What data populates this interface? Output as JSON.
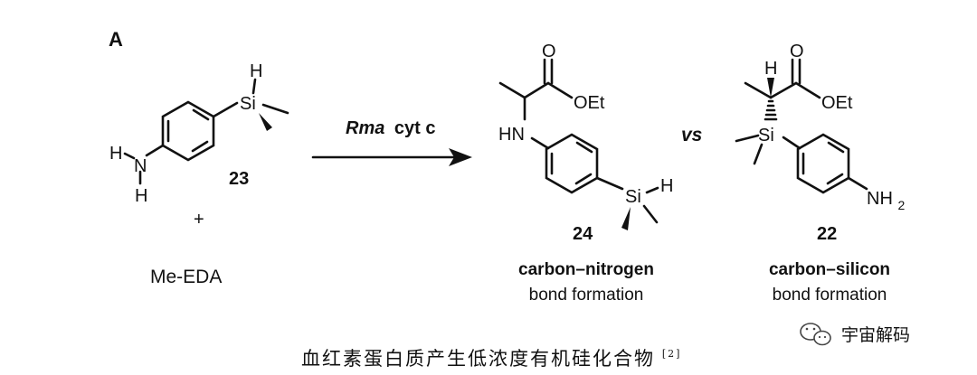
{
  "panel_label": "A",
  "reactant": {
    "amine_h_top": "H",
    "amine_n": "N",
    "amine_h_bottom": "H",
    "si": "Si",
    "si_h": "H",
    "compound_number": "23",
    "plus": "+",
    "carbene_reagent": "Me-EDA"
  },
  "reaction": {
    "catalyst_italic": "Rma",
    "catalyst_rest": "cyt c",
    "vs": "vs"
  },
  "product_cn": {
    "carbonyl_o": "O",
    "ester": "OEt",
    "nh": "HN",
    "si": "Si",
    "si_h": "H",
    "compound_number": "24",
    "label_bold": "carbon–nitrogen",
    "label_sub": "bond formation"
  },
  "product_csi": {
    "alpha_h": "H",
    "carbonyl_o": "O",
    "ester": "OEt",
    "si": "Si",
    "amine": "NH",
    "amine_subscript": "2",
    "compound_number": "22",
    "label_bold": "carbon–silicon",
    "label_sub": "bond formation"
  },
  "caption": {
    "text": "血红素蛋白质产生低浓度有机硅化合物",
    "citation": "[2]"
  },
  "watermark": {
    "text": "宇宙解码",
    "icon": "wechat-icon"
  }
}
